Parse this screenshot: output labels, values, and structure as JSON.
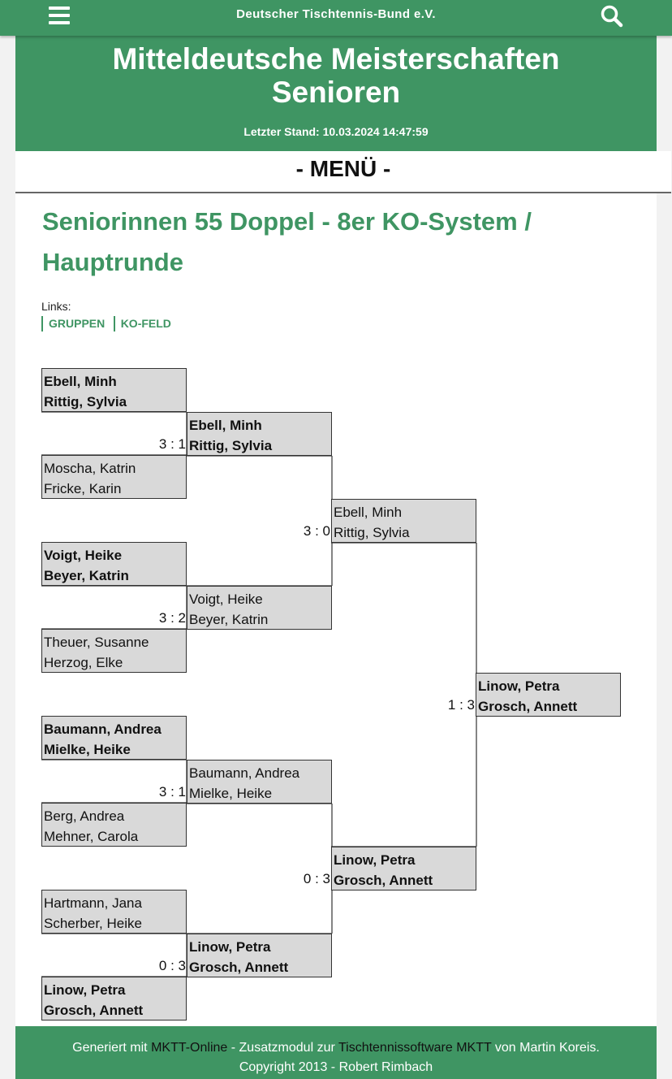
{
  "topbar": {
    "site_title": "Deutscher Tischtennis-Bund e.V."
  },
  "header": {
    "event_title_line1": "Mitteldeutsche Meisterschaften",
    "event_title_line2": "Senioren",
    "last_update": "Letzter Stand: 10.03.2024 14:47:59"
  },
  "menu": {
    "label": "- MENÜ -"
  },
  "section": {
    "title": "Seniorinnen 55 Doppel - 8er KO-System / Hauptrunde"
  },
  "links": {
    "label": "Links:",
    "items": [
      "GRUPPEN",
      "KO-FELD"
    ]
  },
  "bracket": {
    "round1": [
      {
        "player1": "Ebell, Minh",
        "player2": "Rittig, Sylvia",
        "winner": true
      },
      {
        "player1": "Moscha, Katrin",
        "player2": "Fricke, Karin",
        "winner": false
      },
      {
        "player1": "Voigt, Heike",
        "player2": "Beyer, Katrin",
        "winner": true
      },
      {
        "player1": "Theuer, Susanne",
        "player2": "Herzog, Elke",
        "winner": false
      },
      {
        "player1": "Baumann, Andrea",
        "player2": "Mielke, Heike",
        "winner": true
      },
      {
        "player1": "Berg, Andrea",
        "player2": "Mehner, Carola",
        "winner": false
      },
      {
        "player1": "Hartmann, Jana",
        "player2": "Scherber, Heike",
        "winner": false
      },
      {
        "player1": "Linow, Petra",
        "player2": "Grosch, Annett",
        "winner": true
      }
    ],
    "round2": [
      {
        "player1": "Ebell, Minh",
        "player2": "Rittig, Sylvia",
        "score": "3 : 1",
        "winner": true
      },
      {
        "player1": "Voigt, Heike",
        "player2": "Beyer, Katrin",
        "score": "3 : 2",
        "winner": false
      },
      {
        "player1": "Baumann, Andrea",
        "player2": "Mielke, Heike",
        "score": "3 : 1",
        "winner": false
      },
      {
        "player1": "Linow, Petra",
        "player2": "Grosch, Annett",
        "score": "0 : 3",
        "winner": true
      }
    ],
    "round3": [
      {
        "player1": "Ebell, Minh",
        "player2": "Rittig, Sylvia",
        "score": "3 : 0",
        "winner": false
      },
      {
        "player1": "Linow, Petra",
        "player2": "Grosch, Annett",
        "score": "0 : 3",
        "winner": true
      }
    ],
    "final": [
      {
        "player1": "Linow, Petra",
        "player2": "Grosch, Annett",
        "score": "1 : 3",
        "winner": true
      }
    ]
  },
  "footer": {
    "prefix": "Generiert mit ",
    "link1": "MKTT-Online",
    "mid": " - Zusatzmodul zur ",
    "link2": "Tischtennissoftware MKTT",
    "suffix": " von Martin Koreis.",
    "copyright": "Copyright 2013 - Robert Rimbach"
  },
  "colors": {
    "brand_green": "#3f9563",
    "cell_gray": "#d9d9d9"
  },
  "icons": {
    "menu": "hamburger-icon",
    "search": "search-icon"
  }
}
